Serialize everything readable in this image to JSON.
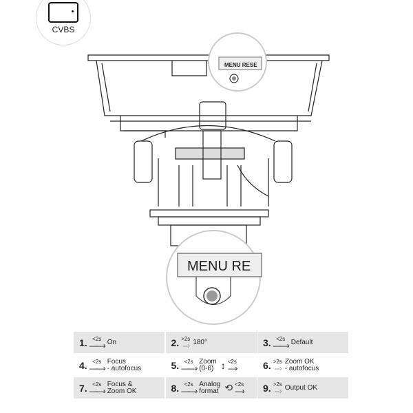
{
  "connector": {
    "label": "CVBS"
  },
  "drawing": {
    "top_callout": "MENU RESE",
    "zoom_callout": "MENU RE"
  },
  "steps": [
    {
      "num": "1.",
      "time": "<2s",
      "text": "On"
    },
    {
      "num": "2.",
      "time": ">2s",
      "text": "180°"
    },
    {
      "num": "3.",
      "time": "<2s",
      "text": "Default"
    },
    {
      "num": "4.",
      "time": "<2s",
      "text": "Focus\n- autofocus"
    },
    {
      "num": "5.",
      "time": "<2s",
      "text": "Zoom\n(0-6)",
      "repeat_time": "<2s"
    },
    {
      "num": "6.",
      "time": ">2s",
      "text": "Zoom OK\n- autofocus"
    },
    {
      "num": "7.",
      "time": "<2s",
      "text": "Focus &\nZoom OK"
    },
    {
      "num": "8.",
      "time": "<2s",
      "text": "Analog\nformat",
      "repeat_time": "<2s"
    },
    {
      "num": "9.",
      "time": ">2s",
      "text": "Output OK"
    }
  ]
}
